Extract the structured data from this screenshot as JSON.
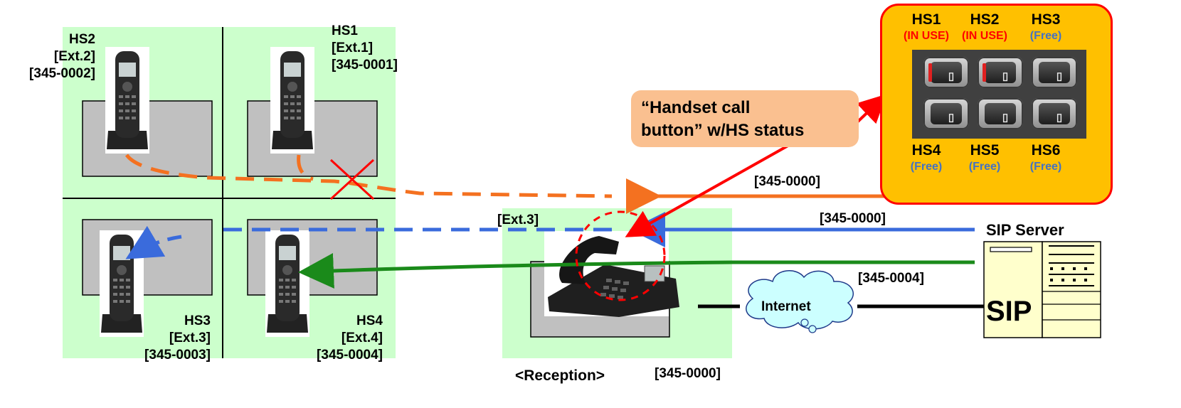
{
  "office": {
    "hs1": {
      "name": "HS1",
      "ext": "[Ext.1]",
      "number": "[345-0001]"
    },
    "hs2": {
      "name": "HS2",
      "ext": "[Ext.2]",
      "number": "[345-0002]"
    },
    "hs3": {
      "name": "HS3",
      "ext": "[Ext.3]",
      "number": "[345-0003]"
    },
    "hs4": {
      "name": "HS4",
      "ext": "[Ext.4]",
      "number": "[345-0004]"
    }
  },
  "reception": {
    "ext": "[Ext.3]",
    "label": "<Reception>",
    "number": "[345-0000]"
  },
  "lines": {
    "orange": "[345-0000]",
    "blue": "[345-0000]",
    "green": "[345-0004]"
  },
  "internet": "Internet",
  "sip_server": {
    "title": "SIP Server",
    "badge": "SIP"
  },
  "callout": {
    "line1": "“Handset call",
    "line2": "button” w/HS status"
  },
  "panel": {
    "top": [
      {
        "name": "HS1",
        "status": "(IN USE)",
        "status_color": "#ff0000",
        "active": true,
        "icon": "1"
      },
      {
        "name": "HS2",
        "status": "(IN USE)",
        "status_color": "#ff0000",
        "active": true,
        "icon": "2"
      },
      {
        "name": "HS3",
        "status": "(Free)",
        "status_color": "#4472c4",
        "active": false,
        "icon": "3"
      }
    ],
    "bottom": [
      {
        "name": "HS4",
        "status": "(Free)",
        "status_color": "#4472c4",
        "active": false,
        "icon": "4"
      },
      {
        "name": "HS5",
        "status": "(Free)",
        "status_color": "#4472c4",
        "active": false,
        "icon": "5"
      },
      {
        "name": "HS6",
        "status": "(Free)",
        "status_color": "#4472c4",
        "active": false,
        "icon": "6"
      }
    ]
  },
  "colors": {
    "room": "#ccffcc",
    "desk": "#c0c0c0",
    "orange": "#f47120",
    "blue": "#3a6bdc",
    "green": "#1a8a1a",
    "red": "#ff0000",
    "panel_bg": "#ffc000",
    "callout_bg": "#fac090",
    "cloud": "#ccffff"
  }
}
